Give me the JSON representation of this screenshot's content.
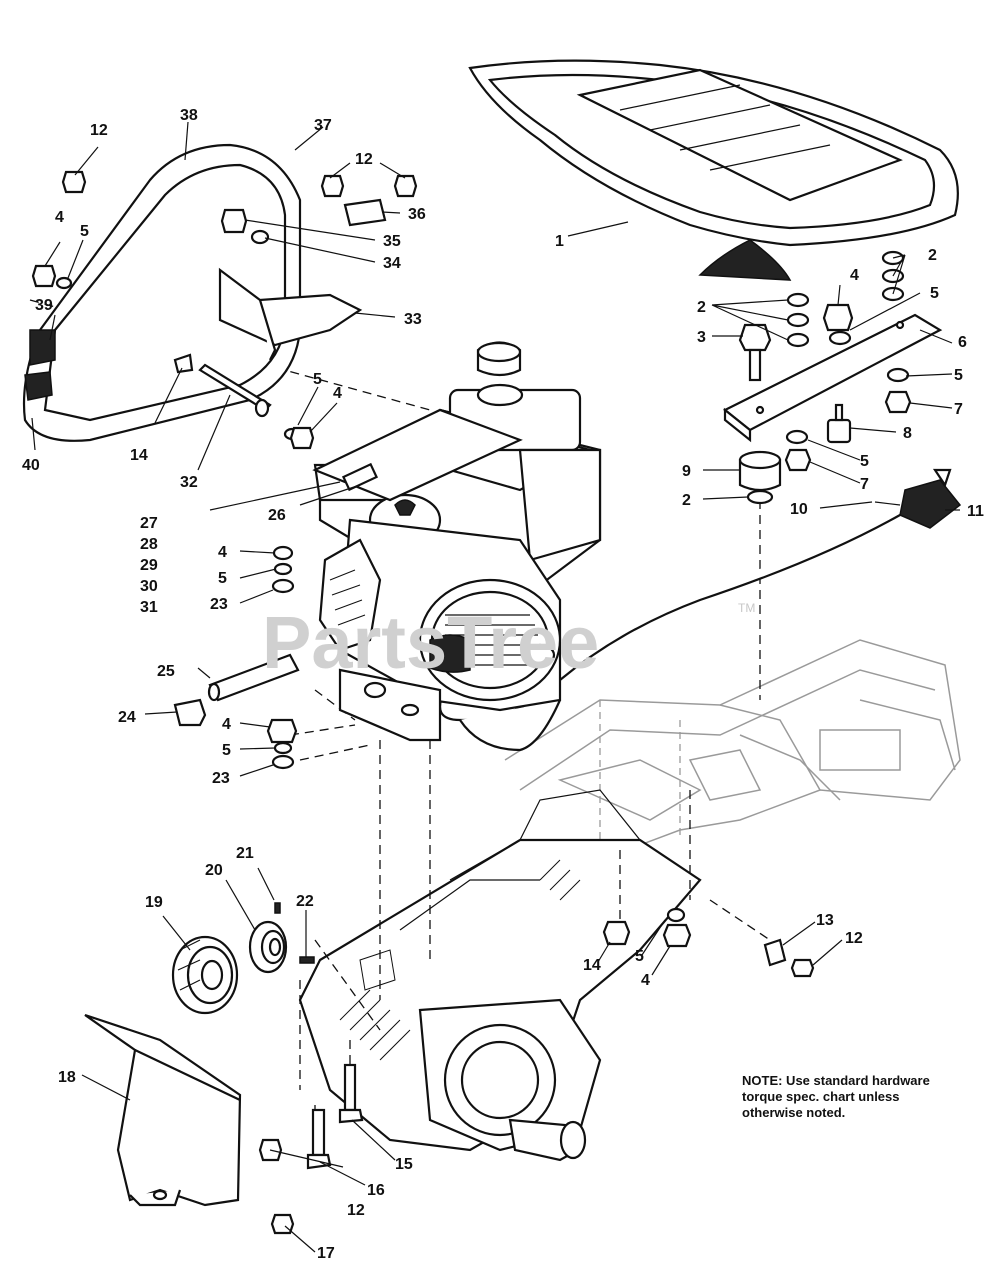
{
  "watermark": {
    "text": "PartsTree",
    "trademark": "TM"
  },
  "note": {
    "line1": "NOTE: Use standard hardware",
    "line2": "torque spec. chart unless",
    "line3": "otherwise noted."
  },
  "callouts": {
    "c1": "1",
    "c2a": "2",
    "c2b": "2",
    "c2c": "2",
    "c3": "3",
    "c4a": "4",
    "c4b": "4",
    "c4c": "4",
    "c4d": "4",
    "c4e": "4",
    "c4f": "4",
    "c5a": "5",
    "c5b": "5",
    "c5c": "5",
    "c5d": "5",
    "c5e": "5",
    "c5f": "5",
    "c5g": "5",
    "c5h": "5",
    "c6": "6",
    "c7a": "7",
    "c7b": "7",
    "c8": "8",
    "c9": "9",
    "c10": "10",
    "c11": "11",
    "c12a": "12",
    "c12b": "12",
    "c12c": "12",
    "c12d": "12",
    "c13": "13",
    "c14a": "14",
    "c14b": "14",
    "c15": "15",
    "c16": "16",
    "c17": "17",
    "c18": "18",
    "c19": "19",
    "c20": "20",
    "c21": "21",
    "c22": "22",
    "c23a": "23",
    "c23b": "23",
    "c24": "24",
    "c25": "25",
    "c26": "26",
    "c27": "27",
    "c28": "28",
    "c29": "29",
    "c30": "30",
    "c31": "31",
    "c32": "32",
    "c33": "33",
    "c34": "34",
    "c35": "35",
    "c36": "36",
    "c37": "37",
    "c38": "38",
    "c39": "39",
    "c40": "40"
  }
}
